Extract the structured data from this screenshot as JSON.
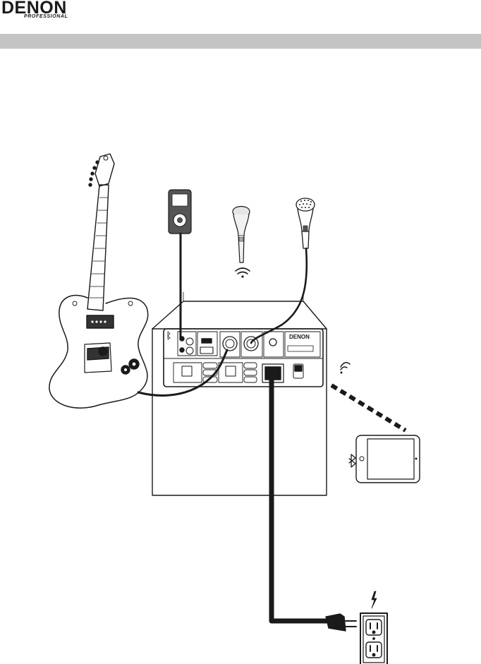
{
  "brand": {
    "name": "DENON",
    "sub": "PROFESSIONAL"
  },
  "speaker": {
    "brand_label": "DENON"
  },
  "icons": {
    "wireless": "wireless-signal-icon",
    "bluetooth": "bluetooth-icon",
    "power": "lightning-bolt-icon"
  },
  "colors": {
    "line": "#1a1a1a",
    "header_bar": "#c4c4c4",
    "device_fill": "#555555"
  }
}
